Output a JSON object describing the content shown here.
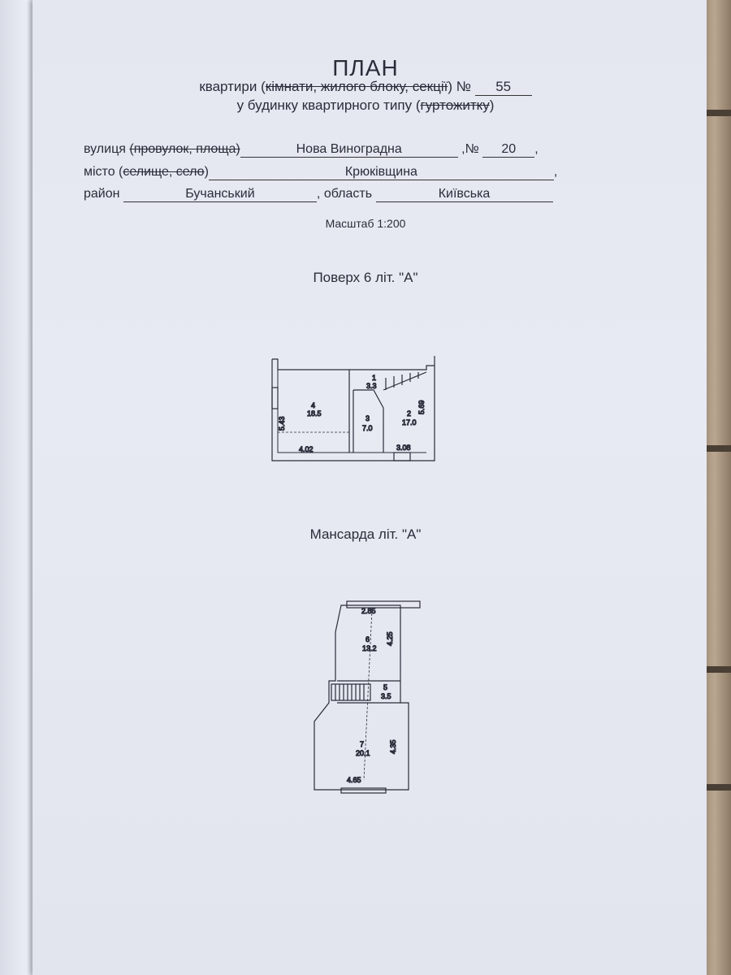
{
  "header": {
    "title": "ПЛАН",
    "line1_prefix": "квартири (",
    "line1_struck": "кімнати, жилого блоку, секції",
    "line1_suffix": ") №",
    "apartment_no": "55",
    "line2_prefix": "у будинку квартирного типу (",
    "line2_struck": "гуртожитку",
    "line2_suffix": ")"
  },
  "address": {
    "street_label": "вулиця",
    "street_struck": "(провулок, площа)",
    "street_value": "Нова Виноградна",
    "house_label": ",№",
    "house_value": "20",
    "city_label": "місто (",
    "city_struck": "селище, село",
    "city_label_end": ")",
    "city_value": "Крюківщина",
    "district_label": "район",
    "district_value": "Бучанський",
    "region_label": ", область",
    "region_value": "Київська"
  },
  "scale": "Масштаб 1:200",
  "floor6": {
    "title": "Поверх 6 літ. \"А\"",
    "rooms": [
      {
        "no": "1",
        "area": "3.3"
      },
      {
        "no": "2",
        "area": "17.0"
      },
      {
        "no": "3",
        "area": "7.0"
      },
      {
        "no": "4",
        "area": "18.5"
      }
    ],
    "dims": [
      "5.43",
      "4.02",
      "3.08",
      "5.69"
    ]
  },
  "mansard": {
    "title": "Мансарда літ. \"А\"",
    "rooms": [
      {
        "no": "5",
        "area": "3.5"
      },
      {
        "no": "6",
        "area": "13.2"
      },
      {
        "no": "7",
        "area": "20.1"
      }
    ],
    "dims": [
      "2.85",
      "4.25",
      "4.35",
      "4.65"
    ]
  }
}
